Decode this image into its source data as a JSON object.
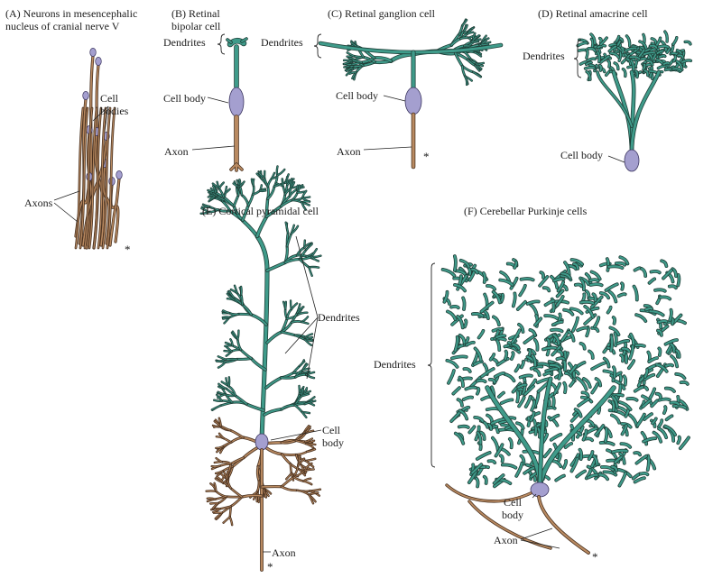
{
  "colors": {
    "dendrite": "#3f9b8a",
    "dendrite_stroke": "#1f3f38",
    "soma": "#a49fcf",
    "axon": "#b98a61",
    "axon_stroke": "#4a3220",
    "line": "#222222"
  },
  "panels": {
    "a": {
      "title": "(A) Neurons in mesencephalic\nnucleus of cranial nerve V",
      "cell_bodies": "Cell\nbodies",
      "axons": "Axons",
      "asterisk": "*"
    },
    "b": {
      "title": "(B) Retinal\nbipolar cell",
      "dendrites": "Dendrites",
      "cell_body": "Cell body",
      "axon": "Axon"
    },
    "c": {
      "title": "(C) Retinal ganglion cell",
      "dendrites": "Dendrites",
      "cell_body": "Cell body",
      "axon": "Axon",
      "asterisk": "*"
    },
    "d": {
      "title": "(D) Retinal amacrine cell",
      "dendrites": "Dendrites",
      "cell_body": "Cell body"
    },
    "e": {
      "title": "(E) Cortical pyramidal cell",
      "dendrites": "Dendrites",
      "cell_body": "Cell\nbody",
      "axon": "Axon",
      "asterisk": "*"
    },
    "f": {
      "title": "(F) Cerebellar Purkinje cells",
      "dendrites": "Dendrites",
      "cell_body": "Cell\nbody",
      "axon": "Axon",
      "asterisk": "*"
    }
  }
}
